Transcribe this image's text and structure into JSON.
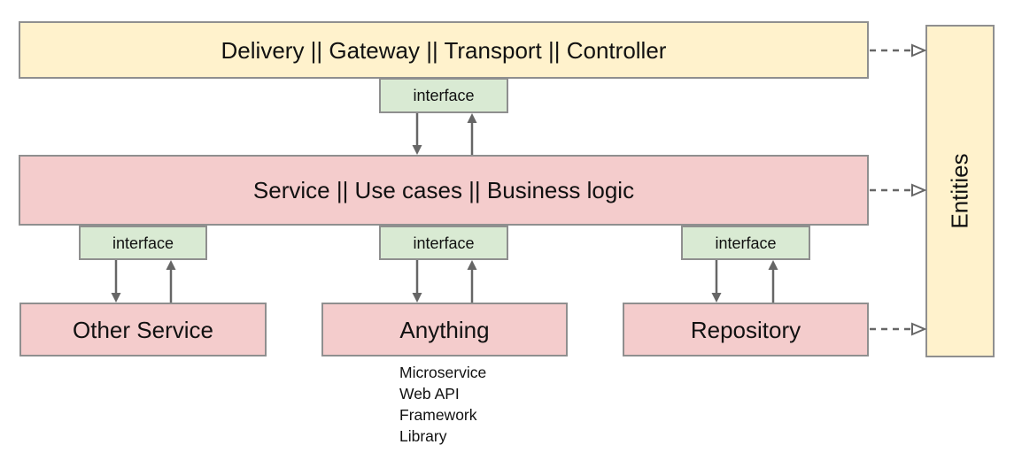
{
  "diagram": {
    "layers": {
      "delivery": {
        "label": "Delivery || Gateway || Transport || Controller"
      },
      "service": {
        "label": "Service || Use cases || Business logic"
      },
      "other_service": {
        "label": "Other Service"
      },
      "anything": {
        "label": "Anything"
      },
      "repository": {
        "label": "Repository"
      },
      "entities": {
        "label": "Entities"
      }
    },
    "interfaces": {
      "top": {
        "label": "interface"
      },
      "left": {
        "label": "interface"
      },
      "middle": {
        "label": "interface"
      },
      "right": {
        "label": "interface"
      }
    },
    "anything_examples": [
      "Microservice",
      "Web API",
      "Framework",
      "Library"
    ],
    "colors": {
      "yellow_fill": "#FFF2CC",
      "pink_fill": "#F4CCCC",
      "green_fill": "#D9EAD3",
      "box_border": "#8F8F8F",
      "arrow_gray": "#666666",
      "background": "#FFFFFF",
      "text": "#111111"
    }
  }
}
